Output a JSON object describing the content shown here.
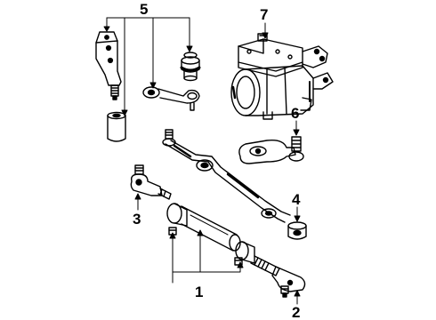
{
  "diagram": {
    "callouts": [
      "1",
      "2",
      "3",
      "4",
      "5",
      "6",
      "7"
    ],
    "parts": [
      {
        "callout": "1",
        "name": "tie-rod-adjuster-sleeve"
      },
      {
        "callout": "2",
        "name": "outer-tie-rod-end-right"
      },
      {
        "callout": "3",
        "name": "outer-tie-rod-end-left"
      },
      {
        "callout": "4",
        "name": "center-link-ball-end"
      },
      {
        "callout": "5",
        "name": "idler-arm-assembly"
      },
      {
        "callout": "6",
        "name": "pitman-arm"
      },
      {
        "callout": "7",
        "name": "steering-gear-box"
      }
    ]
  },
  "colors": {
    "ink": "#000000",
    "paper": "#ffffff"
  }
}
